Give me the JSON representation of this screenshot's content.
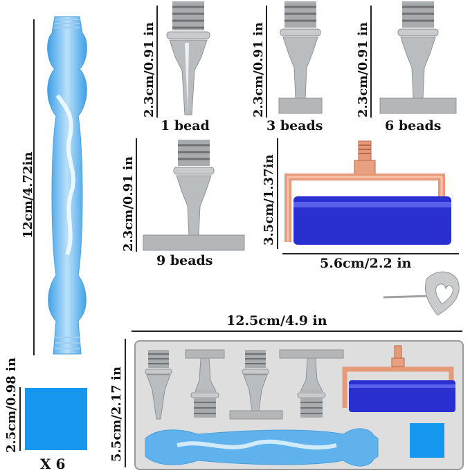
{
  "dimensions": {
    "pen_length": "12cm/4.72in",
    "tip_height_1": "2.3cm/0.91 in",
    "tip_height_3": "2.3cm/0.91 in",
    "tip_height_6": "2.3cm/0.91 in",
    "tip_height_9": "2.3cm/0.91 in",
    "roller_height": "3.5cm/1.37in",
    "roller_width": "5.6cm/2.2 in",
    "box_width": "12.5cm/4.9 in",
    "box_height": "5.5cm/2.17 in",
    "square_size": "2.5cm/0.98 in"
  },
  "tips": {
    "one": "1 bead",
    "three": "3 beads",
    "six": "6 beads",
    "nine": "9 beads"
  },
  "square_count": "X 6",
  "colors": {
    "pen_blue": "#5fb2ec",
    "square_blue": "#1596ef",
    "roller_blue": "#2a2fd0",
    "copper": "#e79a78",
    "metal": "#b9bcbf",
    "box_bg": "#dedede"
  }
}
